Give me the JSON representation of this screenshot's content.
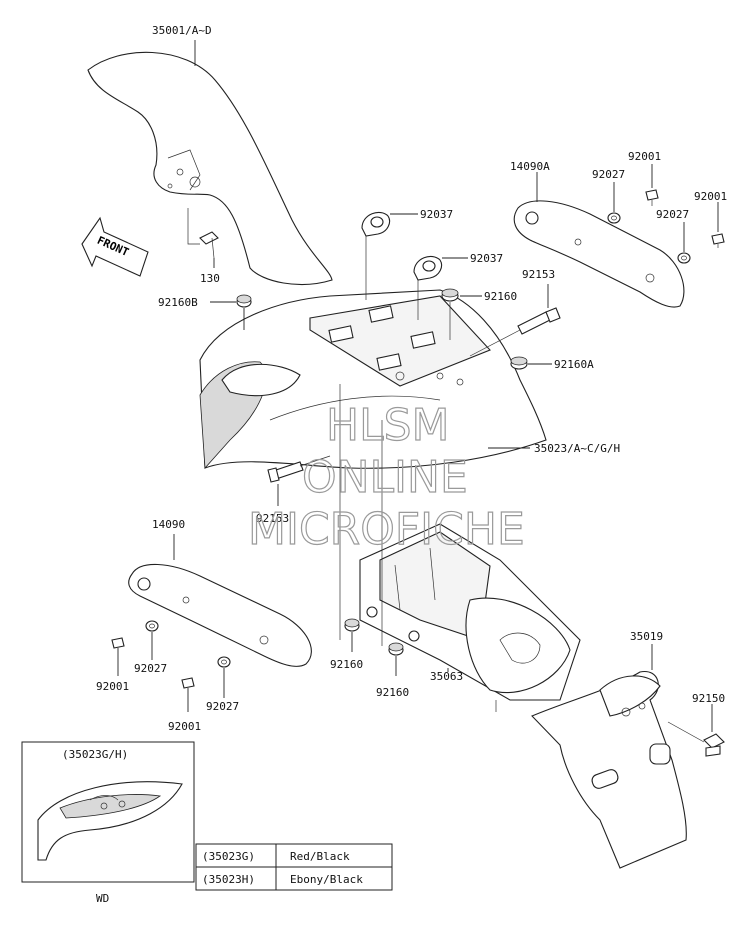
{
  "labels": {
    "p35001": "35001/A~D",
    "p130": "130",
    "p92160B": "92160B",
    "p92037a": "92037",
    "p92037b": "92037",
    "p92160": "92160",
    "p92153a": "92153",
    "p92160A": "92160A",
    "p35023": "35023/A~C/G/H",
    "p92153b": "92153",
    "p14090A": "14090A",
    "p92001a": "92001",
    "p92027a": "92027",
    "p92001b": "92001",
    "p92027b": "92027",
    "p14090": "14090",
    "p92027c": "92027",
    "p92001c": "92001",
    "p92027d": "92027",
    "p92001d": "92001",
    "p92160c": "92160",
    "p92160d": "92160",
    "p35063": "35063",
    "p35019": "35019",
    "p92150": "92150"
  },
  "front_arrow": "FRONT",
  "watermark": {
    "line1": "HLSM",
    "line2": "ONLINE",
    "line3": "MICROFICHE"
  },
  "inset": {
    "title": "(35023G/H)",
    "caption": "WD"
  },
  "color_table": {
    "rows": [
      {
        "code": "(35023G)",
        "color": "Red/Black"
      },
      {
        "code": "(35023H)",
        "color": "Ebony/Black"
      }
    ]
  }
}
